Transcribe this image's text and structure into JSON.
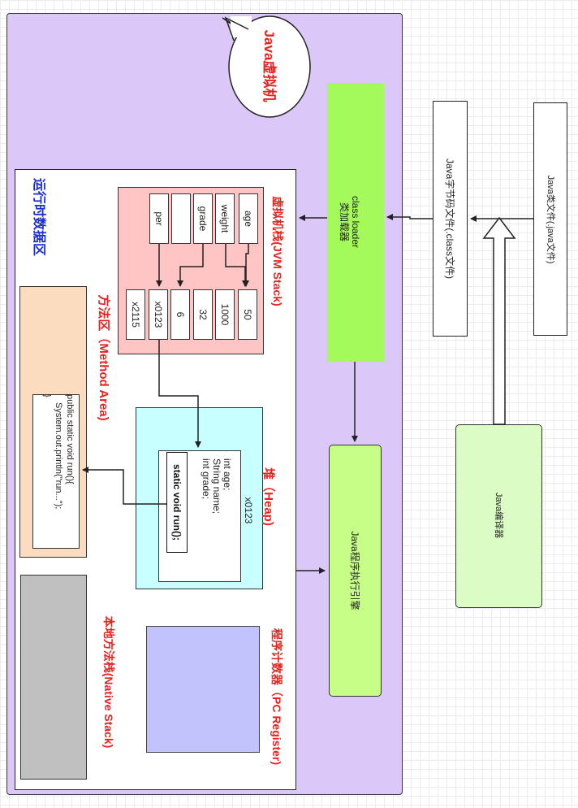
{
  "jvm_label": "Java虚拟机",
  "runtime_area_label": "运行时数据区",
  "jvm_stack": {
    "title": "虚拟机栈(JVM Stack)",
    "variables": [
      "age",
      "weight",
      "grade",
      "",
      "per"
    ],
    "values": [
      "50",
      "1000",
      "32",
      "6",
      "x0123",
      "x2115"
    ]
  },
  "method_area": {
    "title": "方法区（Method Area)",
    "code_line1": "public static void run(){",
    "code_line2": "System.out.println(\"run...\");",
    "code_line3": "}"
  },
  "heap": {
    "title": "堆（Heap)",
    "object_address": "x0123",
    "fields": [
      "int age;",
      "String name;",
      "int grade;"
    ],
    "method": "static void run();"
  },
  "native_stack": {
    "title": "本地方法栈(Native Stack)"
  },
  "pc_register": {
    "title": "程序计数器（PC Register)"
  },
  "class_loader": {
    "line1": "class loader",
    "line2": "类加载器"
  },
  "execution_engine": {
    "label": "Java程序执行引擎"
  },
  "compiler": {
    "label": "Java编译器"
  },
  "bytecode_file": {
    "label": "Java字节码文件(.class文件)"
  },
  "source_file": {
    "label": "Java类文件(.java文件)"
  },
  "colors": {
    "jvm_bg": "#dcc8f8",
    "stack_bg": "#ffc4c4",
    "heap_bg": "#c8ffff",
    "method_bg": "#fcdcbe",
    "native_bg": "#c0c0c0",
    "pc_bg": "#c2c2fc",
    "loader_bg": "#a4fa5a",
    "engine_bg": "#c6fe88",
    "compiler_bg": "#dcfcc6",
    "title_red": "#e8231f",
    "title_blue": "#1b2fd4"
  }
}
